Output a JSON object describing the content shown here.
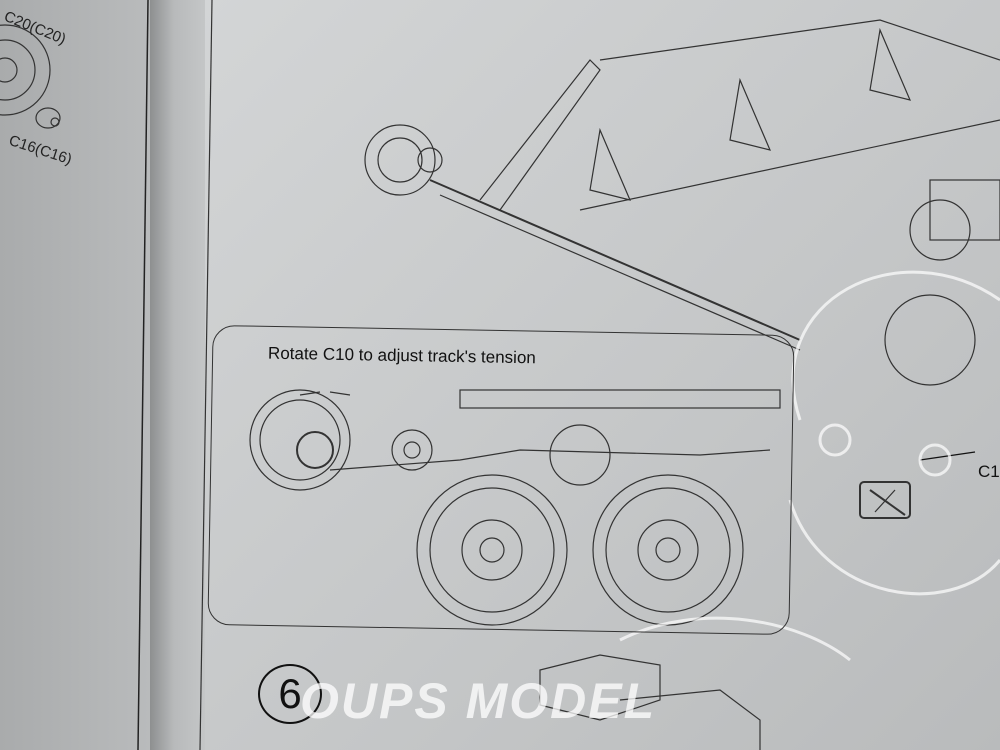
{
  "left_page": {
    "labels": [
      "C20(C20)",
      "C16(C16)"
    ]
  },
  "inset": {
    "title": "Rotate C10 to adjust track's tension"
  },
  "step": {
    "number": "6"
  },
  "callout": {
    "label": "C1"
  },
  "watermark": "OUPS MODEL"
}
